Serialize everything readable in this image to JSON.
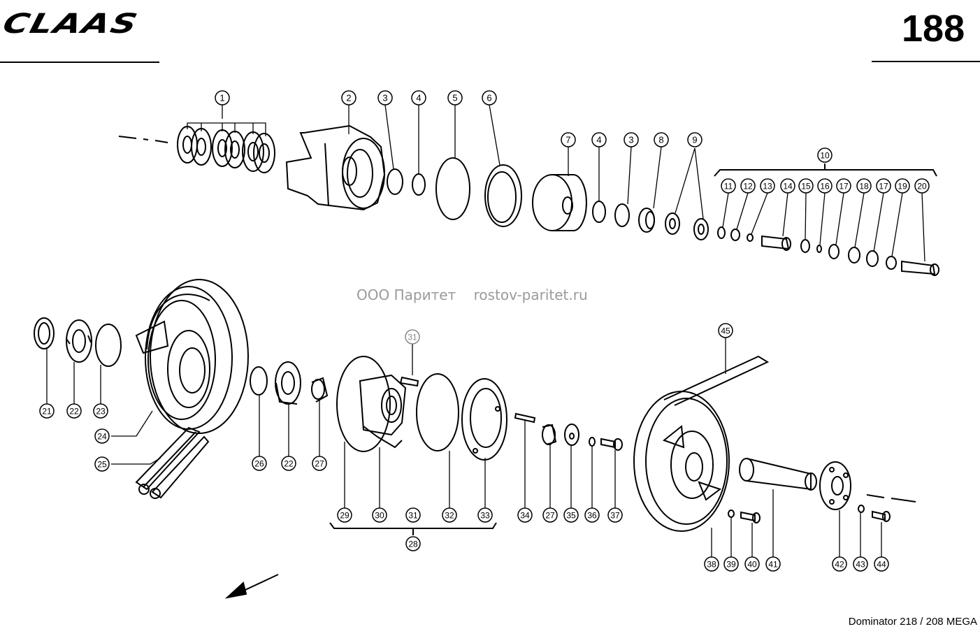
{
  "header": {
    "brand": "CLAAS",
    "page_number": "188"
  },
  "watermark": {
    "company": "ООО Паритет",
    "site": "rostov-paritet.ru"
  },
  "footer": {
    "model": "Dominator 218 / 208 MEGA"
  },
  "callouts": [
    {
      "id": "1",
      "label": "1"
    },
    {
      "id": "2",
      "label": "2"
    },
    {
      "id": "3a",
      "label": "3"
    },
    {
      "id": "4a",
      "label": "4"
    },
    {
      "id": "5",
      "label": "5"
    },
    {
      "id": "6",
      "label": "6"
    },
    {
      "id": "7",
      "label": "7"
    },
    {
      "id": "4b",
      "label": "4"
    },
    {
      "id": "3b",
      "label": "3"
    },
    {
      "id": "8",
      "label": "8"
    },
    {
      "id": "9",
      "label": "9"
    },
    {
      "id": "10",
      "label": "10"
    },
    {
      "id": "11",
      "label": "11"
    },
    {
      "id": "12",
      "label": "12"
    },
    {
      "id": "13",
      "label": "13"
    },
    {
      "id": "14",
      "label": "14"
    },
    {
      "id": "15",
      "label": "15"
    },
    {
      "id": "16",
      "label": "16"
    },
    {
      "id": "17a",
      "label": "17"
    },
    {
      "id": "18",
      "label": "18"
    },
    {
      "id": "17b",
      "label": "17"
    },
    {
      "id": "19",
      "label": "19"
    },
    {
      "id": "20",
      "label": "20"
    },
    {
      "id": "21",
      "label": "21"
    },
    {
      "id": "22a",
      "label": "22"
    },
    {
      "id": "23",
      "label": "23"
    },
    {
      "id": "24",
      "label": "24"
    },
    {
      "id": "25",
      "label": "25"
    },
    {
      "id": "26",
      "label": "26"
    },
    {
      "id": "22b",
      "label": "22"
    },
    {
      "id": "27a",
      "label": "27"
    },
    {
      "id": "31a",
      "label": "31"
    },
    {
      "id": "29",
      "label": "29"
    },
    {
      "id": "30",
      "label": "30"
    },
    {
      "id": "31b",
      "label": "31"
    },
    {
      "id": "32",
      "label": "32"
    },
    {
      "id": "33",
      "label": "33"
    },
    {
      "id": "28",
      "label": "28"
    },
    {
      "id": "34",
      "label": "34"
    },
    {
      "id": "27b",
      "label": "27"
    },
    {
      "id": "35",
      "label": "35"
    },
    {
      "id": "36",
      "label": "36"
    },
    {
      "id": "37",
      "label": "37"
    },
    {
      "id": "45",
      "label": "45"
    },
    {
      "id": "38",
      "label": "38"
    },
    {
      "id": "39",
      "label": "39"
    },
    {
      "id": "40",
      "label": "40"
    },
    {
      "id": "41",
      "label": "41"
    },
    {
      "id": "42",
      "label": "42"
    },
    {
      "id": "43",
      "label": "43"
    },
    {
      "id": "44",
      "label": "44"
    }
  ]
}
